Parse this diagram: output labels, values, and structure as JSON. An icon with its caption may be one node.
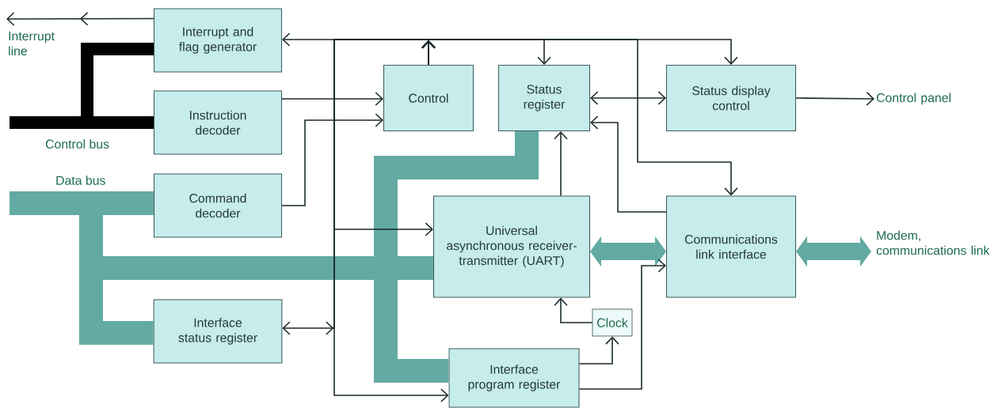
{
  "diagram": {
    "nodes": [
      {
        "text": [
          "Interrupt and flag generator"
        ]
      },
      {
        "text": [
          "Instruction decoder"
        ]
      },
      {
        "text": [
          "Command decoder"
        ]
      },
      {
        "text": [
          "Interface status register"
        ]
      },
      {
        "text": [
          "Control"
        ]
      },
      {
        "text": [
          "Status register"
        ]
      },
      {
        "text": [
          "Status display control"
        ]
      },
      {
        "text": [
          "Universal asynchronous receiver-transmitter (UART)"
        ]
      },
      {
        "text": [
          "Communications link interface"
        ]
      },
      {
        "text": [
          "Clock"
        ]
      },
      {
        "text": [
          "Interface program register"
        ]
      },
      {
        "text": [
          "Interrupt line"
        ]
      },
      {
        "text": [
          "Control panel"
        ]
      },
      {
        "text": [
          "Modem, communications link"
        ]
      }
    ],
    "edges": [
      {
        "from": 0,
        "to": 11,
        "arrow": "to"
      },
      {
        "from": 1,
        "to": 4,
        "arrow": "to"
      },
      {
        "from": 2,
        "to": 4,
        "arrow": "to"
      },
      {
        "from": 4,
        "to": 0,
        "arrow": "to"
      },
      {
        "from": 4,
        "to": 5,
        "arrow": "to"
      },
      {
        "from": 4,
        "to": 6,
        "arrow": "to"
      },
      {
        "from": 4,
        "to": 8,
        "arrow": "to"
      },
      {
        "from": 4,
        "to": 7,
        "arrow": "to"
      },
      {
        "from": 4,
        "to": 10,
        "arrow": "to"
      },
      {
        "from": 4,
        "to": 3,
        "arrow": "to"
      },
      {
        "from": 5,
        "to": 6,
        "arrow": "both"
      },
      {
        "from": 6,
        "to": 12,
        "arrow": "to"
      },
      {
        "from": 7,
        "to": 5,
        "arrow": "to"
      },
      {
        "from": 8,
        "to": 5,
        "arrow": "to"
      },
      {
        "from": 7,
        "to": 8,
        "arrow": "both",
        "style": "thick",
        "color": "#63aaa3"
      },
      {
        "from": 8,
        "to": 13,
        "arrow": "both",
        "style": "thick",
        "color": "#63aaa3"
      },
      {
        "from": 9,
        "to": 7,
        "arrow": "to"
      },
      {
        "from": 10,
        "to": 9,
        "arrow": "to"
      },
      {
        "from": 10,
        "to": 8,
        "arrow": "to"
      },
      {
        "from": null,
        "to": 2,
        "arrow": "none",
        "style": "thick",
        "color": "#63aaa3"
      },
      {
        "from": null,
        "to": 3,
        "arrow": "none",
        "style": "thick",
        "color": "#63aaa3"
      },
      {
        "from": null,
        "to": 7,
        "arrow": "none",
        "style": "thick",
        "color": "#63aaa3"
      },
      {
        "from": 5,
        "to": 10,
        "arrow": "none",
        "style": "thick",
        "color": "#63aaa3"
      },
      {
        "from": null,
        "to": 1,
        "arrow": "none",
        "style": "thick",
        "color": "#000000"
      },
      {
        "from": null,
        "to": 0,
        "arrow": "none",
        "style": "thick",
        "color": "#000000"
      }
    ],
    "labels": [
      "Control bus",
      "Data bus"
    ]
  }
}
